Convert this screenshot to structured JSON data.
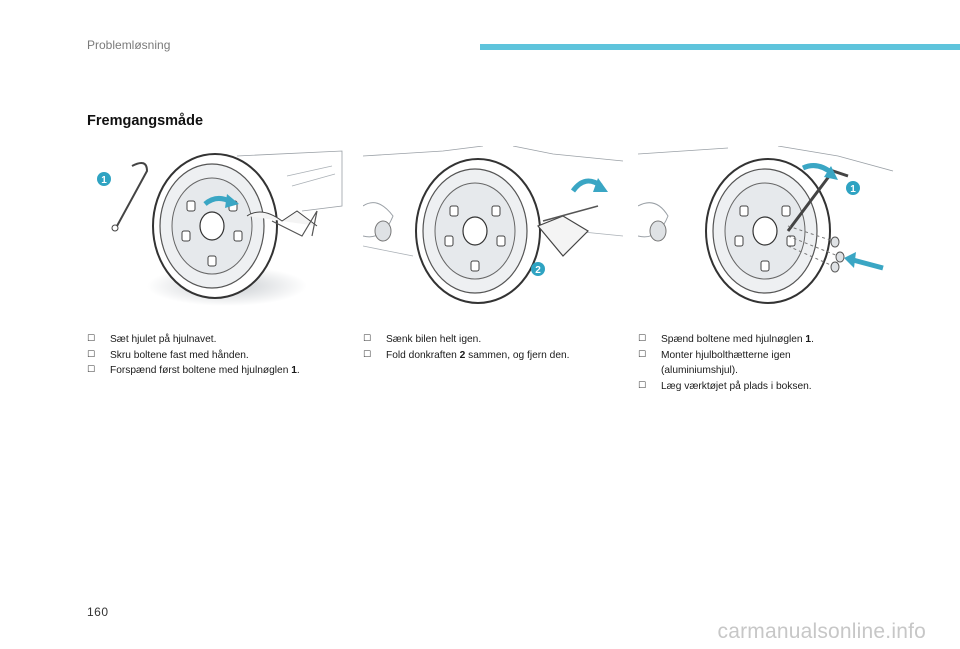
{
  "header": {
    "section": "Problemløsning",
    "accent_color": "#5ec4dc"
  },
  "title": "Fremgangsmåde",
  "panels": [
    {
      "callouts": [
        "1"
      ],
      "steps": [
        {
          "text": "Sæt hjulet på hjulnavet."
        },
        {
          "text": "Skru boltene fast med hånden."
        },
        {
          "text": "Forspænd først boltene med hjulnøglen ",
          "bold": "1",
          "after": "."
        }
      ]
    },
    {
      "callouts": [
        "2"
      ],
      "steps": [
        {
          "text": "Sænk bilen helt igen."
        },
        {
          "text": "Fold donkraften ",
          "bold": "2",
          "after": " sammen, og fjern den."
        }
      ]
    },
    {
      "callouts": [
        "1"
      ],
      "steps": [
        {
          "text": "Spænd boltene med hjulnøglen ",
          "bold": "1",
          "after": "."
        },
        {
          "text": "Monter hjulbolthætterne igen (aluminiumshjul)."
        },
        {
          "text": "Læg værktøjet på plads i boksen."
        }
      ]
    }
  ],
  "checkbox_icon": "checkbox-glyph",
  "callout_color": "#2fa3c2",
  "arrow_color": "#3aa6c4",
  "page_number": "160",
  "watermark": "carmanualsonline.info"
}
